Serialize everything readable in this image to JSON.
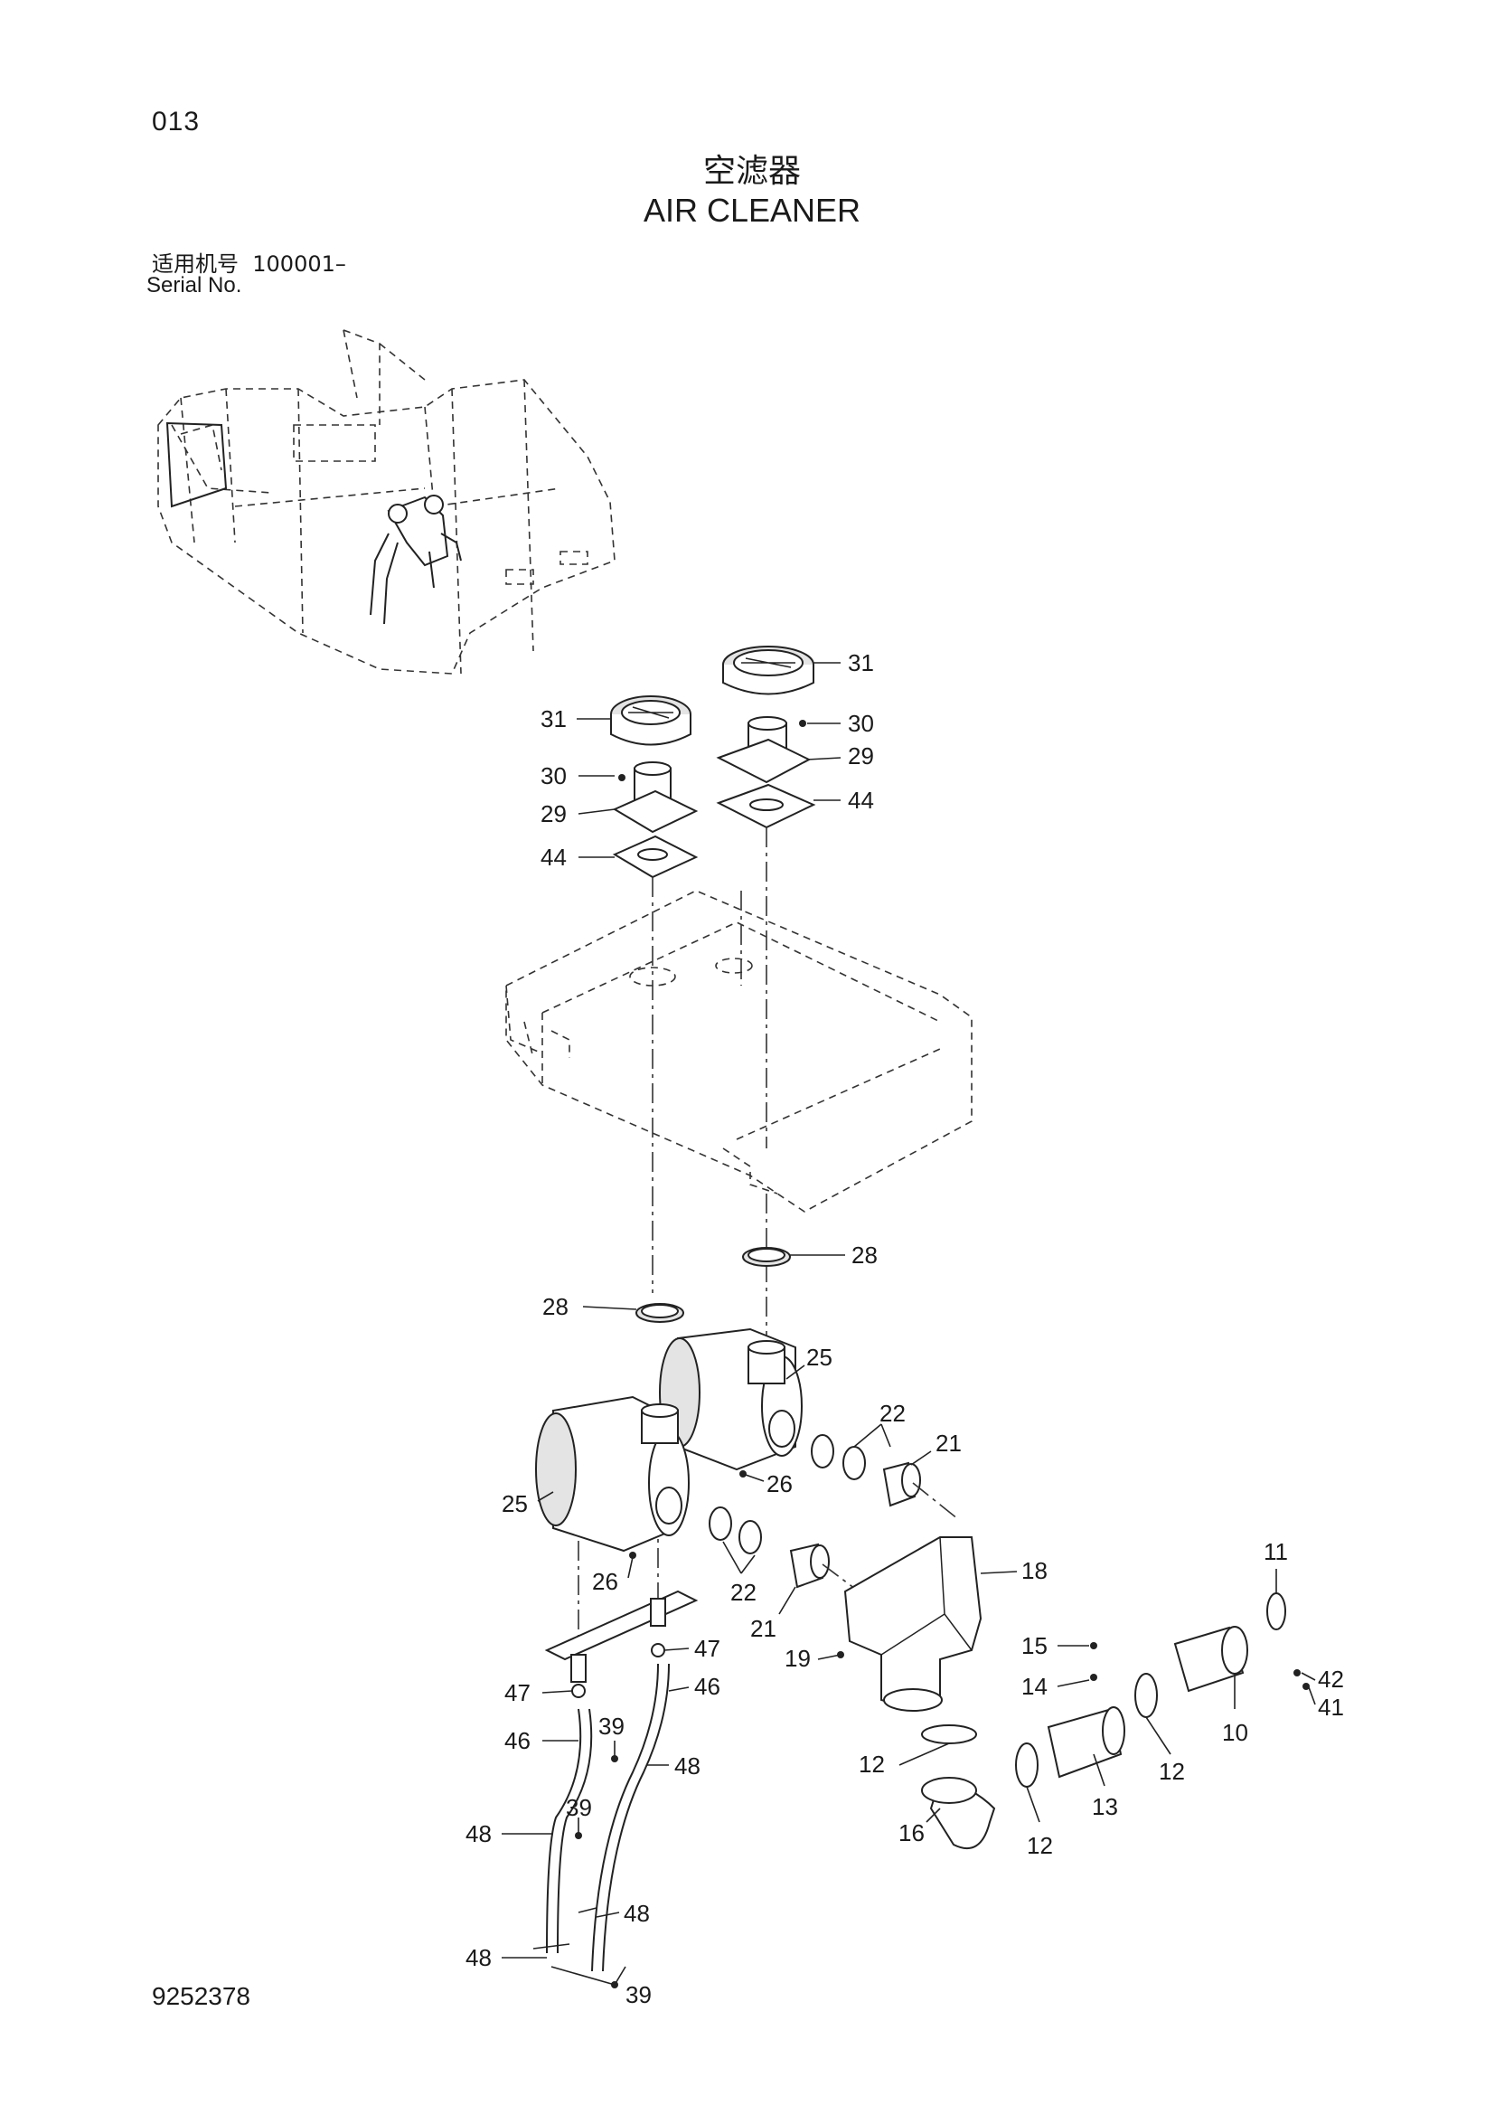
{
  "page_number": "013",
  "title_cn": "空滤器",
  "title_en": "AIR CLEANER",
  "serial": {
    "label_cn": "适用机号",
    "range": "100001–",
    "label_en": "Serial No."
  },
  "drawing_number": "9252378",
  "callouts": [
    {
      "id": "c31a",
      "label": "31"
    },
    {
      "id": "c31b",
      "label": "31"
    },
    {
      "id": "c30a",
      "label": "30"
    },
    {
      "id": "c30b",
      "label": "30"
    },
    {
      "id": "c29a",
      "label": "29"
    },
    {
      "id": "c29b",
      "label": "29"
    },
    {
      "id": "c44a",
      "label": "44"
    },
    {
      "id": "c44b",
      "label": "44"
    },
    {
      "id": "c28a",
      "label": "28"
    },
    {
      "id": "c28b",
      "label": "28"
    },
    {
      "id": "c25a",
      "label": "25"
    },
    {
      "id": "c25b",
      "label": "25"
    },
    {
      "id": "c22a",
      "label": "22"
    },
    {
      "id": "c22b",
      "label": "22"
    },
    {
      "id": "c26a",
      "label": "26"
    },
    {
      "id": "c26b",
      "label": "26"
    },
    {
      "id": "c21a",
      "label": "21"
    },
    {
      "id": "c21b",
      "label": "21"
    },
    {
      "id": "c18",
      "label": "18"
    },
    {
      "id": "c19",
      "label": "19"
    },
    {
      "id": "c11",
      "label": "11"
    },
    {
      "id": "c15",
      "label": "15"
    },
    {
      "id": "c14",
      "label": "14"
    },
    {
      "id": "c42",
      "label": "42"
    },
    {
      "id": "c41",
      "label": "41"
    },
    {
      "id": "c10",
      "label": "10"
    },
    {
      "id": "c12a",
      "label": "12"
    },
    {
      "id": "c12b",
      "label": "12"
    },
    {
      "id": "c12c",
      "label": "12"
    },
    {
      "id": "c13",
      "label": "13"
    },
    {
      "id": "c16",
      "label": "16"
    },
    {
      "id": "c47a",
      "label": "47"
    },
    {
      "id": "c47b",
      "label": "47"
    },
    {
      "id": "c46a",
      "label": "46"
    },
    {
      "id": "c46b",
      "label": "46"
    },
    {
      "id": "c39a",
      "label": "39"
    },
    {
      "id": "c39b",
      "label": "39"
    },
    {
      "id": "c39c",
      "label": "39"
    },
    {
      "id": "c48a",
      "label": "48"
    },
    {
      "id": "c48b",
      "label": "48"
    },
    {
      "id": "c48c",
      "label": "48"
    },
    {
      "id": "c48d",
      "label": "48"
    }
  ]
}
